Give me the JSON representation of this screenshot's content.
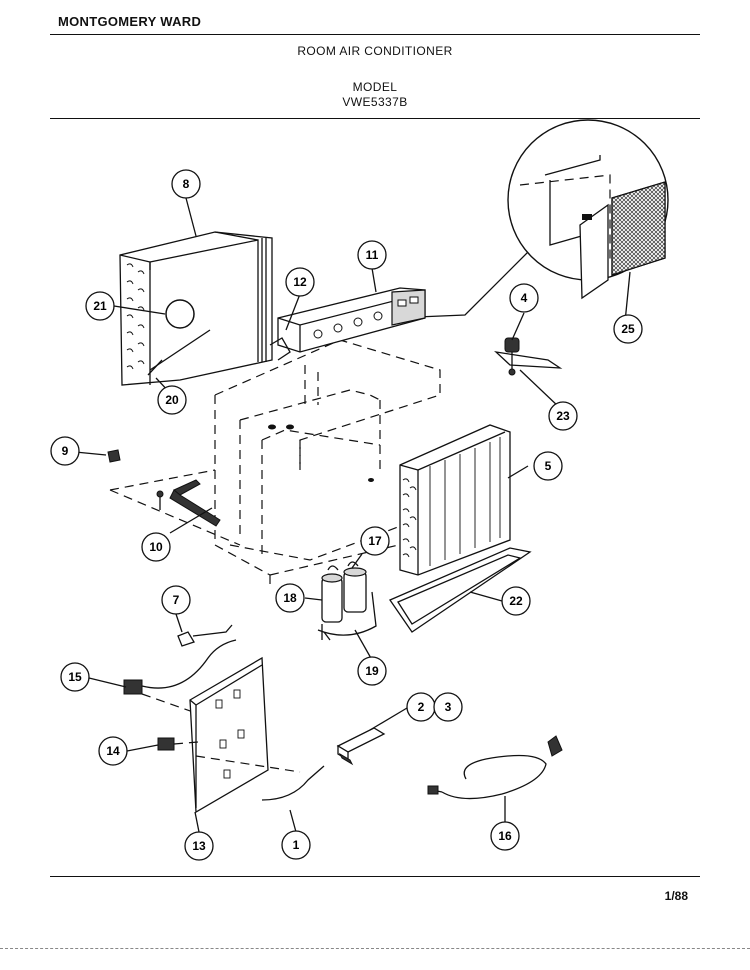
{
  "header": {
    "brand": "MONTGOMERY WARD",
    "title": "ROOM AIR CONDITIONER",
    "model_label": "MODEL",
    "model_number": "VWE5337B"
  },
  "footer": {
    "date_code": "1/88"
  },
  "callouts": {
    "c1": "1",
    "c2": "2",
    "c3": "3",
    "c4": "4",
    "c5": "5",
    "c7": "7",
    "c8": "8",
    "c9": "9",
    "c10": "10",
    "c11": "11",
    "c12": "12",
    "c13": "13",
    "c14": "14",
    "c15": "15",
    "c16": "16",
    "c17": "17",
    "c18": "18",
    "c19": "19",
    "c20": "20",
    "c21": "21",
    "c22": "22",
    "c23": "23",
    "c25": "25"
  }
}
